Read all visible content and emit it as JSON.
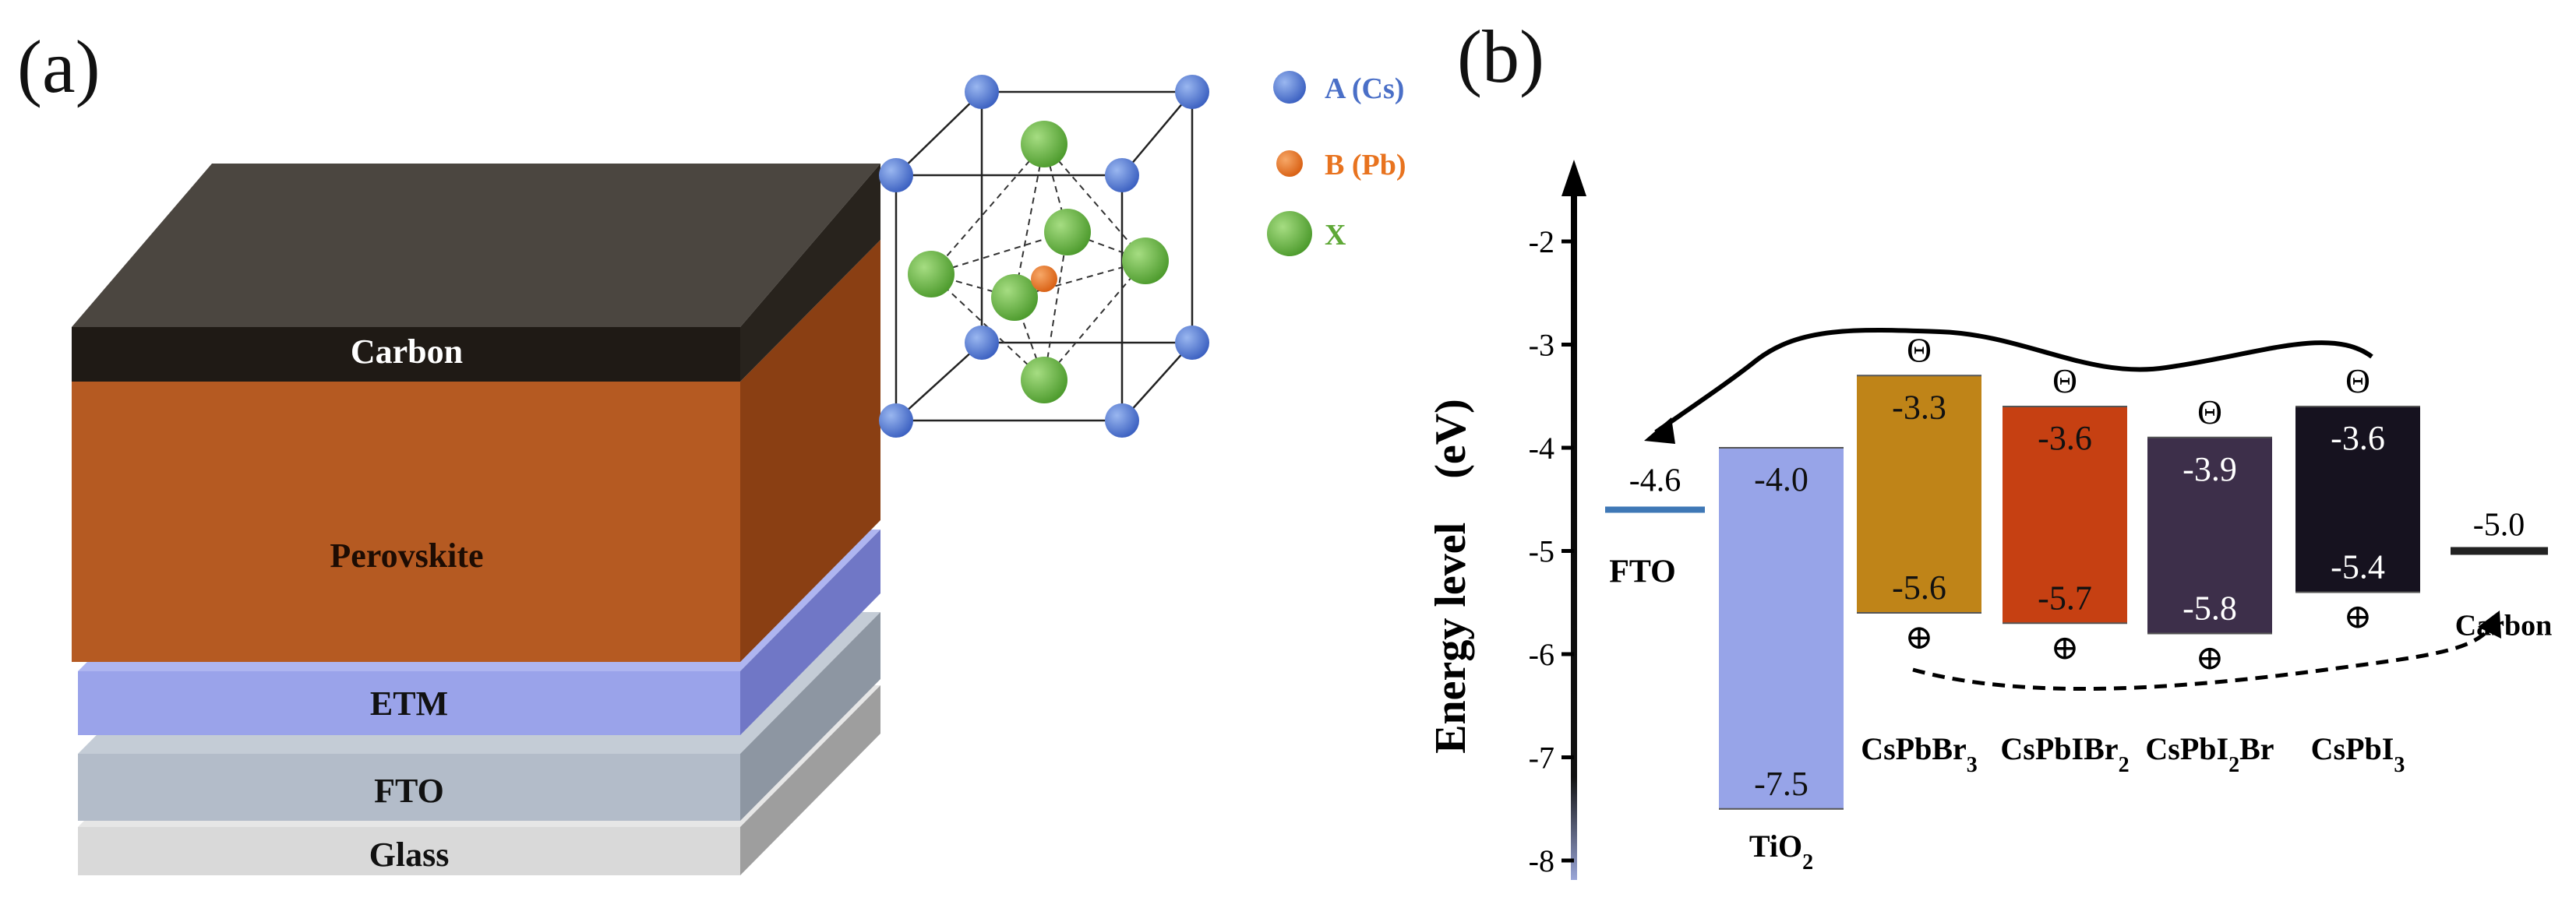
{
  "panel_a": {
    "label": "(a)",
    "layers": {
      "carbon": "Carbon",
      "perovskite": "Perovskite",
      "etm": "ETM",
      "fto": "FTO",
      "glass": "Glass"
    },
    "legend": [
      {
        "label": "A (Cs)",
        "color": "#4a6fc7"
      },
      {
        "label": "B (Pb)",
        "color": "#e8731f"
      },
      {
        "label": "X",
        "color": "#5ea836"
      }
    ],
    "colors": {
      "carbon": "#2a241e",
      "perovskite": "#b55a22",
      "etm": "#9aa3ea",
      "fto": "#b3bcc9",
      "glass": "#d9d9d9"
    }
  },
  "panel_b": {
    "label": "(b)",
    "ylabel": "Energy level    (eV)",
    "electron_symbol": "Θ",
    "hole_symbol": "⊕",
    "colors": {
      "fto": "#3f78b6",
      "tio2": "#97a4e8",
      "cspbbr3": "#bf8418",
      "cspbibr2": "#c64012",
      "cspbi2br": "#3d2f4a",
      "cspbi3": "#16121f",
      "carbon": "#222222"
    }
  },
  "chart_data": {
    "type": "bar",
    "ylabel": "Energy level (eV)",
    "ylim": [
      -8,
      -1.5
    ],
    "yticks": [
      "-2",
      "-3",
      "-4",
      "-5",
      "-6",
      "-7",
      "-8"
    ],
    "electrodes": [
      {
        "name": "FTO",
        "level": -4.6,
        "label": "-4.6"
      },
      {
        "name": "Carbon",
        "level": -5.0,
        "label": "-5.0"
      }
    ],
    "bands": [
      {
        "name": "TiO2",
        "display": "TiO",
        "sub": "2",
        "suffix": "",
        "cb": -4.0,
        "vb": -7.5,
        "cb_label": "-4.0",
        "vb_label": "-7.5"
      },
      {
        "name": "CsPbBr3",
        "display": "CsPbBr",
        "sub": "3",
        "suffix": "",
        "cb": -3.3,
        "vb": -5.6,
        "cb_label": "-3.3",
        "vb_label": "-5.6"
      },
      {
        "name": "CsPbIBr2",
        "display": "CsPbIBr",
        "sub": "2",
        "suffix": "",
        "cb": -3.6,
        "vb": -5.7,
        "cb_label": "-3.6",
        "vb_label": "-5.7"
      },
      {
        "name": "CsPbI2Br",
        "display": "CsPbI",
        "sub": "2",
        "suffix": "Br",
        "cb": -3.9,
        "vb": -5.8,
        "cb_label": "-3.9",
        "vb_label": "-5.8"
      },
      {
        "name": "CsPbI3",
        "display": "CsPbI",
        "sub": "3",
        "suffix": "",
        "cb": -3.6,
        "vb": -5.4,
        "cb_label": "-3.6",
        "vb_label": "-5.4"
      }
    ]
  }
}
